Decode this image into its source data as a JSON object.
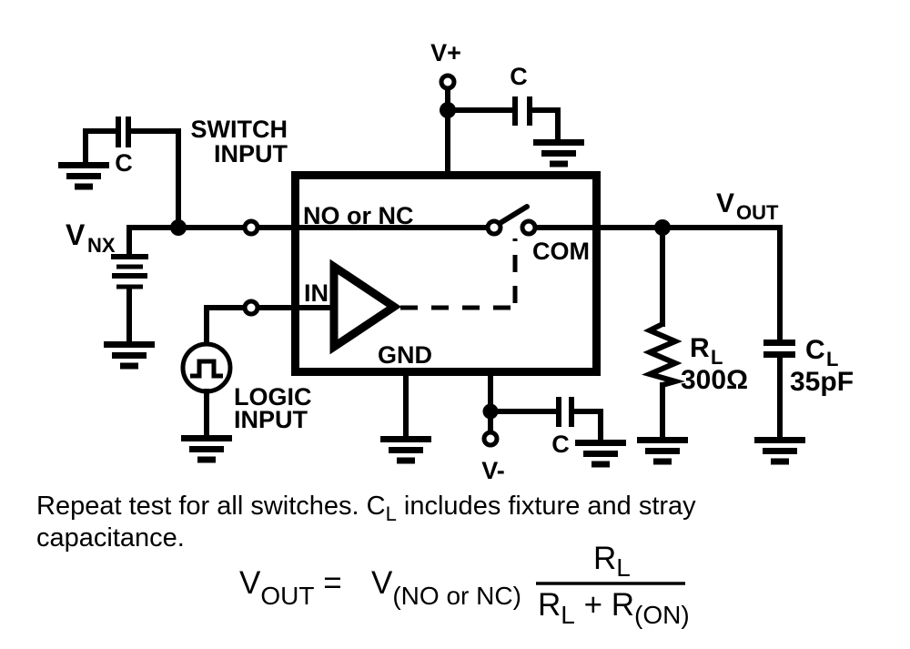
{
  "colors": {
    "ink": "#000000",
    "background": "#ffffff"
  },
  "labels": {
    "v_plus": "V+",
    "c_top_right": "C",
    "c_top_left": "C",
    "c_bottom": "C",
    "switch_input": [
      "SWITCH",
      "INPUT"
    ],
    "v_nx": {
      "main": "V",
      "sub": "NX"
    },
    "no_or_nc": "NO or NC",
    "com": "COM",
    "in_pin": "IN",
    "gnd_pin": "GND",
    "logic_input": [
      "LOGIC",
      "INPUT"
    ],
    "v_minus": "V-",
    "v_out": {
      "main": "V",
      "sub": "OUT"
    },
    "r_load": {
      "main": "R",
      "sub": "L",
      "value": "300Ω"
    },
    "c_load": {
      "main": "C",
      "sub": "L",
      "value": "35pF"
    }
  },
  "note": {
    "line1_before_sub": "Repeat test for all switches. C",
    "line1_sub": "L",
    "line1_after_sub": " includes fixture and stray",
    "line2": "capacitance."
  },
  "formula": {
    "lhs_main": "V",
    "lhs_sub": "OUT",
    "equals": " = ",
    "rhs_main": "V",
    "rhs_sub": "(NO or NC)",
    "numerator": {
      "main": "R",
      "sub": "L"
    },
    "denominator": {
      "r1": "R",
      "r1_sub": "L",
      "plus": " + ",
      "r2": "R",
      "r2_sub": "(ON)"
    }
  }
}
